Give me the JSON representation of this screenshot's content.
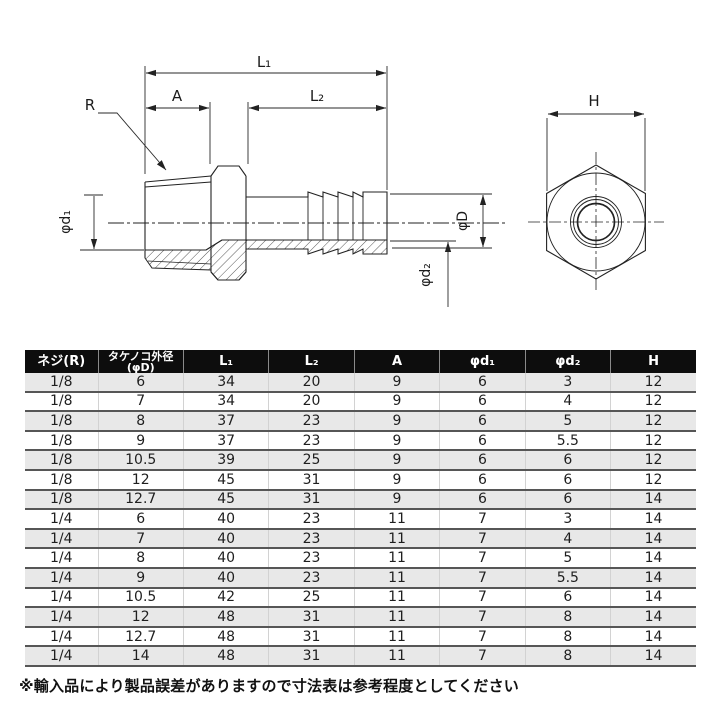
{
  "drawing": {
    "labels": {
      "l1": "L₁",
      "l2": "L₂",
      "a": "A",
      "r": "R",
      "phi_d1": "φd₁",
      "phi_D": "φD",
      "phi_d2": "φd₂",
      "h": "H"
    }
  },
  "table": {
    "headers": [
      "ネジ(R)",
      "タケノコ外径(φD)",
      "L₁",
      "L₂",
      "A",
      "φd₁",
      "φd₂",
      "H"
    ],
    "rows": [
      [
        "1/8",
        "6",
        "34",
        "20",
        "9",
        "6",
        "3",
        "12"
      ],
      [
        "1/8",
        "7",
        "34",
        "20",
        "9",
        "6",
        "4",
        "12"
      ],
      [
        "1/8",
        "8",
        "37",
        "23",
        "9",
        "6",
        "5",
        "12"
      ],
      [
        "1/8",
        "9",
        "37",
        "23",
        "9",
        "6",
        "5.5",
        "12"
      ],
      [
        "1/8",
        "10.5",
        "39",
        "25",
        "9",
        "6",
        "6",
        "12"
      ],
      [
        "1/8",
        "12",
        "45",
        "31",
        "9",
        "6",
        "6",
        "12"
      ],
      [
        "1/8",
        "12.7",
        "45",
        "31",
        "9",
        "6",
        "6",
        "14"
      ],
      [
        "1/4",
        "6",
        "40",
        "23",
        "11",
        "7",
        "3",
        "14"
      ],
      [
        "1/4",
        "7",
        "40",
        "23",
        "11",
        "7",
        "4",
        "14"
      ],
      [
        "1/4",
        "8",
        "40",
        "23",
        "11",
        "7",
        "5",
        "14"
      ],
      [
        "1/4",
        "9",
        "40",
        "23",
        "11",
        "7",
        "5.5",
        "14"
      ],
      [
        "1/4",
        "10.5",
        "42",
        "25",
        "11",
        "7",
        "6",
        "14"
      ],
      [
        "1/4",
        "12",
        "48",
        "31",
        "11",
        "7",
        "8",
        "14"
      ],
      [
        "1/4",
        "12.7",
        "48",
        "31",
        "11",
        "7",
        "8",
        "14"
      ],
      [
        "1/4",
        "14",
        "48",
        "31",
        "11",
        "7",
        "8",
        "14"
      ]
    ]
  },
  "footnote": "※輸入品により製品誤差がありますので寸法表は参考程度としてください",
  "colors": {
    "line": "#222222",
    "header_bg": "#0d0d0d",
    "header_text": "#ffffff",
    "row_alt_bg": "#e8e8e8"
  }
}
